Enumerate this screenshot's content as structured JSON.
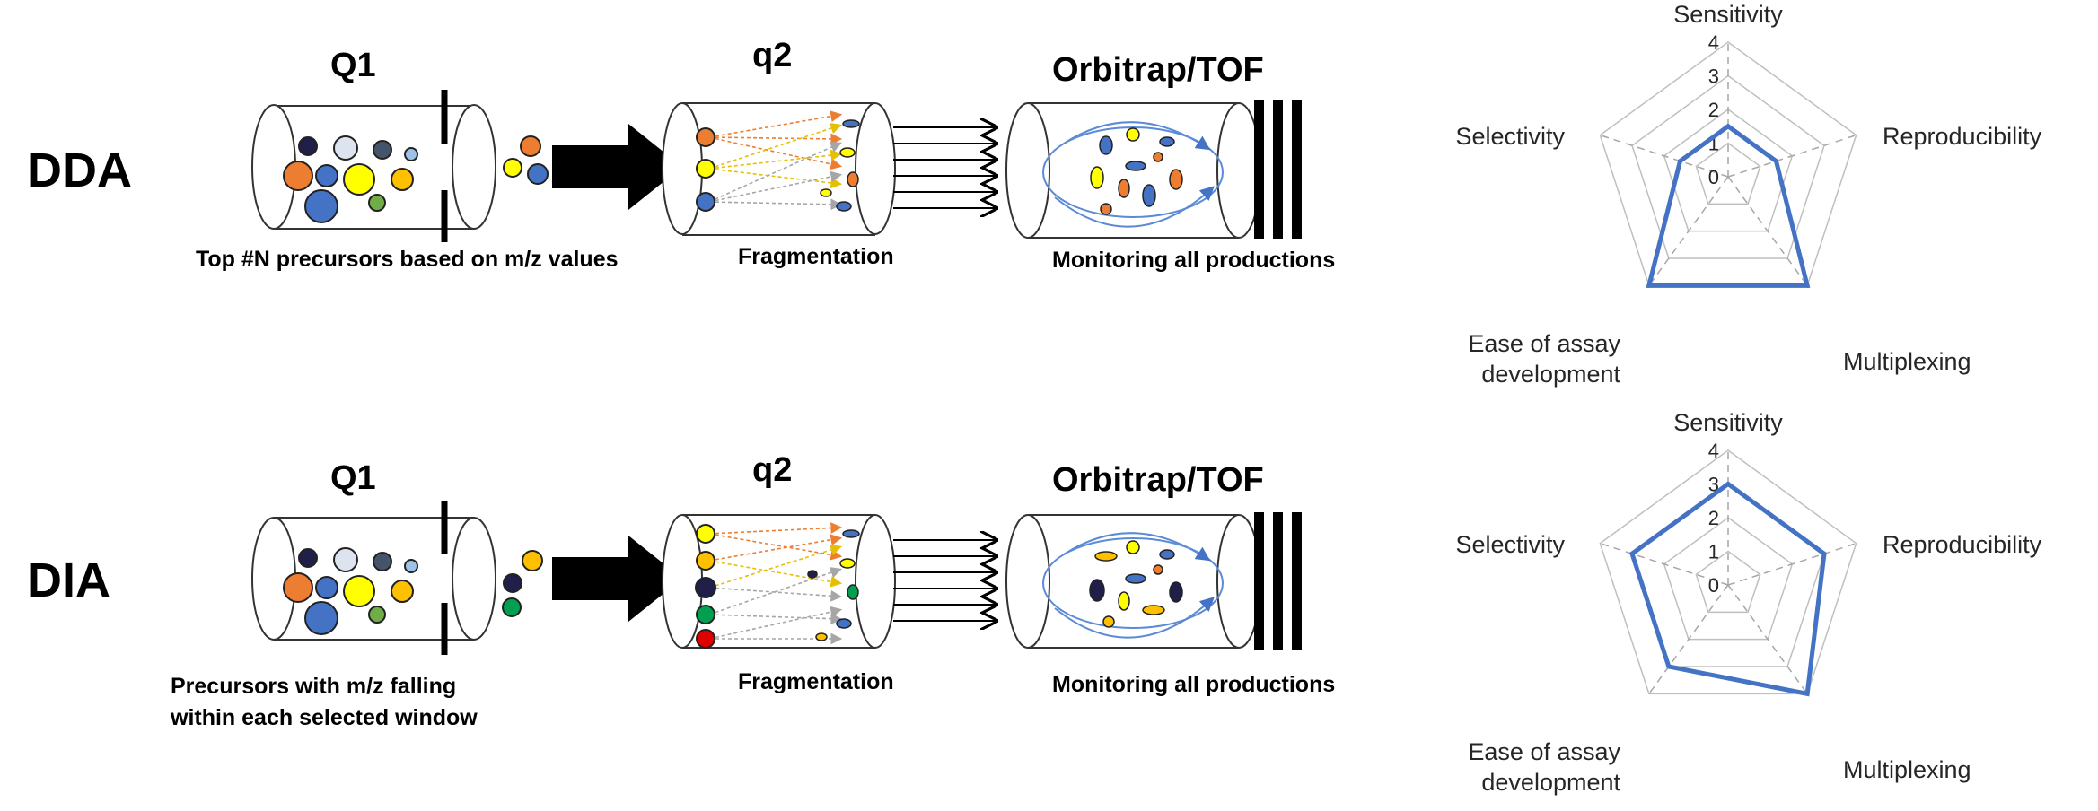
{
  "rows": [
    {
      "mode": "DDA",
      "q1_label": "Q1",
      "q2_label": "q2",
      "analyzer_label": "Orbitrap/TOF",
      "q1_caption": [
        "Top #N precursors based on m/z values"
      ],
      "q2_caption": "Fragmentation",
      "analyzer_caption": "Monitoring all productions"
    },
    {
      "mode": "DIA",
      "q1_label": "Q1",
      "q2_label": "q2",
      "analyzer_label": "Orbitrap/TOF",
      "q1_caption": [
        "Precursors with m/z falling",
        "within each selected window"
      ],
      "q2_caption": "Fragmentation",
      "analyzer_caption": "Monitoring all productions"
    }
  ],
  "chart_data": [
    {
      "type": "radar",
      "axes": [
        "Sensitivity",
        "Reproducibility",
        "Multiplexing",
        "Ease of assay development",
        "Selectivity"
      ],
      "rlim": [
        0,
        4
      ],
      "ticks": [
        0,
        1,
        2,
        3,
        4
      ],
      "values": [
        1.5,
        1.5,
        4,
        4,
        1.5
      ],
      "grid": true
    },
    {
      "type": "radar",
      "axes": [
        "Sensitivity",
        "Reproducibility",
        "Multiplexing",
        "Ease of assay development",
        "Selectivity"
      ],
      "rlim": [
        0,
        4
      ],
      "ticks": [
        0,
        1,
        2,
        3,
        4
      ],
      "values": [
        3,
        3,
        4,
        3,
        3
      ],
      "grid": true
    }
  ],
  "colors": {
    "series_line": "#4472c4",
    "grid": "#bfbfbf",
    "orange": "#ed7d31",
    "yellow": "#ffff00",
    "blue": "#4472c4",
    "green": "#70ad47",
    "navy": "#1f1f4a",
    "red": "#e00000",
    "gray": "#a6a6a6"
  }
}
